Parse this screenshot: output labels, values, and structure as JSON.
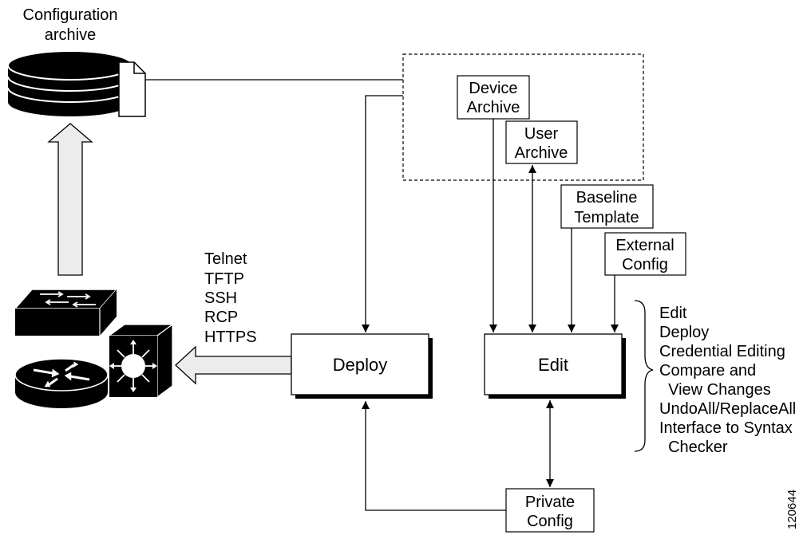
{
  "archive": {
    "line1": "Configuration",
    "line2": "archive"
  },
  "protocols": [
    "Telnet",
    "TFTP",
    "SSH",
    "RCP",
    "HTTPS"
  ],
  "boxes": {
    "device_archive": [
      "Device",
      "Archive"
    ],
    "user_archive": [
      "User",
      "Archive"
    ],
    "baseline_template": [
      "Baseline",
      "Template"
    ],
    "external_config": [
      "External",
      "Config"
    ],
    "deploy": "Deploy",
    "edit": "Edit",
    "private_config": [
      "Private",
      "Config"
    ]
  },
  "edit_features": [
    "Edit",
    "Deploy",
    "Credential Editing",
    "Compare and",
    "  View Changes",
    "UndoAll/ReplaceAll",
    "Interface to Syntax",
    "  Checker"
  ],
  "figure_id": "120644",
  "icons": [
    "database-icon",
    "document-icon",
    "switch-icon",
    "multilayer-switch-icon",
    "router-icon"
  ]
}
